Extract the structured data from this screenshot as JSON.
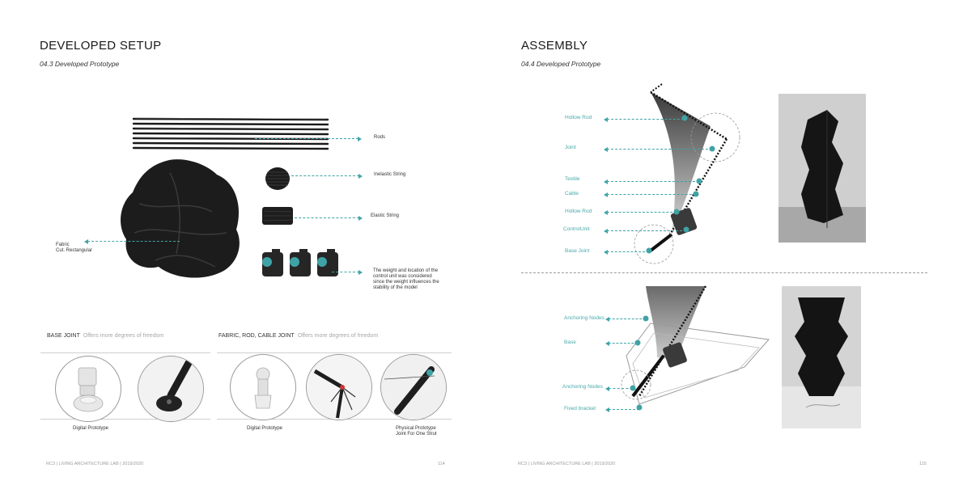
{
  "left_page": {
    "title": "DEVELOPED SETUP",
    "subtitle": "04.3 Developed Prototype",
    "labels": {
      "rods": "Rods",
      "inelastic": "Inelastic String",
      "elastic": "Elastic String",
      "fabric_1": "Fabric",
      "fabric_2": "Cut. Rectangular",
      "control_1": "The weight and location of the",
      "control_2": "control unit was considered",
      "control_3": "since the weight influences the",
      "control_4": "stability of the model"
    },
    "base_joint": {
      "title": "BASE JOINT",
      "note": "Offers more degrees of freedom",
      "caption": "Digital Prototype"
    },
    "fabric_joint": {
      "title": "FABRIC, ROD, CABLE JOINT",
      "note": "Offers more degrees of freedom",
      "caption_digital": "Digital Prototype",
      "caption_physical_1": "Physical Prototype",
      "caption_physical_2": "Joint For One Strut"
    },
    "footer": "RC3 | LIVING ARCHITECTURE LAB | 2019/2020",
    "page_number": "114"
  },
  "right_page": {
    "title": "ASSEMBLY",
    "subtitle": "04.4 Developed Prototype",
    "top_labels": {
      "hollow_rod_1": "Hollow Rod",
      "joint": "Joint",
      "textile": "Textile",
      "cable": "Cable",
      "hollow_rod_2": "Hollow Rod",
      "control_unit": "ControlUnit",
      "base_joint": "Base Joint"
    },
    "bottom_labels": {
      "anchoring_1": "Anchoring Nodes",
      "base": "Base",
      "anchoring_2": "Anchoring Nodes",
      "fixed_bracket": "Fixed bracket"
    },
    "footer": "RC3 | LIVING ARCHITECTURE LAB | 2019/2020",
    "page_number": "115"
  },
  "colors": {
    "accent": "#3fa3a6",
    "ink": "#1a1a1a",
    "fabric": "#1c1c1c"
  }
}
